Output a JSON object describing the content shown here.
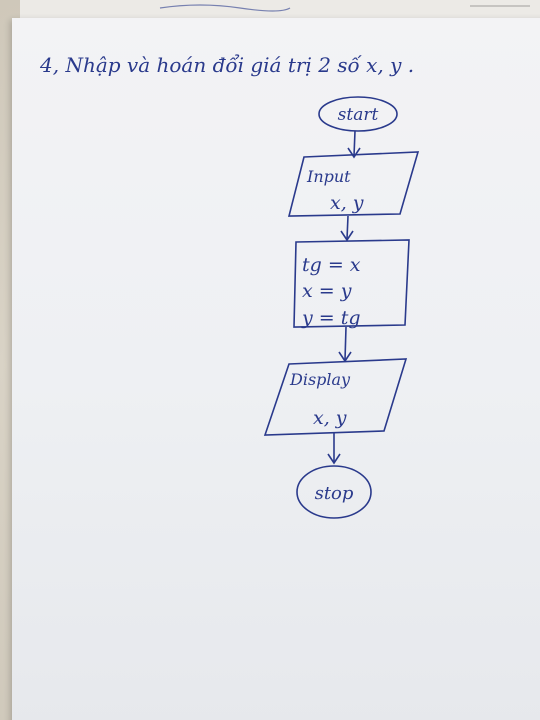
{
  "title": "4, Nhập và hoán đổi giá trị 2 số x, y .",
  "flowchart": {
    "start": "start",
    "input_label": "Input",
    "input_vars": "x, y",
    "process": [
      "tg = x",
      "x = y",
      "y = tg"
    ],
    "display_label": "Display",
    "display_vars": "x, y",
    "stop": "stop"
  },
  "colors": {
    "ink": "#2a3a8c",
    "paper": "#f1f2f4",
    "background": "#d4cdbf"
  }
}
